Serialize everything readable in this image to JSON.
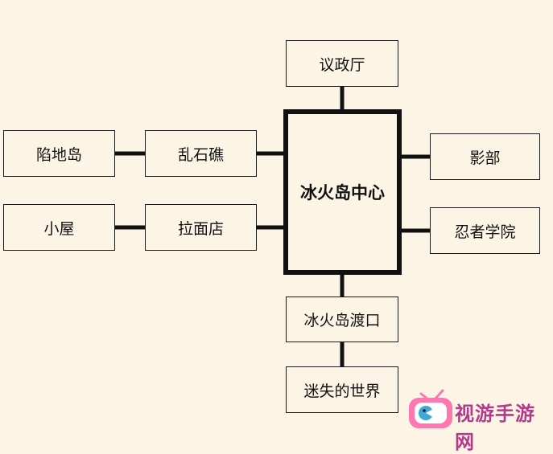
{
  "diagram": {
    "center": "冰火岛中心",
    "nodes": {
      "council_hall": "议政厅",
      "rocky_reef": "乱石礁",
      "sinking_island": "陷地岛",
      "noodle_shop": "拉面店",
      "hut": "小屋",
      "shadow_dept": "影部",
      "ninja_academy": "忍者学院",
      "ferry": "冰火岛渡口",
      "lost_world": "迷失的世界"
    }
  },
  "watermark": {
    "text": "视游手游网",
    "colors": {
      "pink": "#ff77b0",
      "text": "#b23a8a"
    }
  },
  "colors": {
    "background": "#fcf5e6",
    "line": "#111111"
  }
}
